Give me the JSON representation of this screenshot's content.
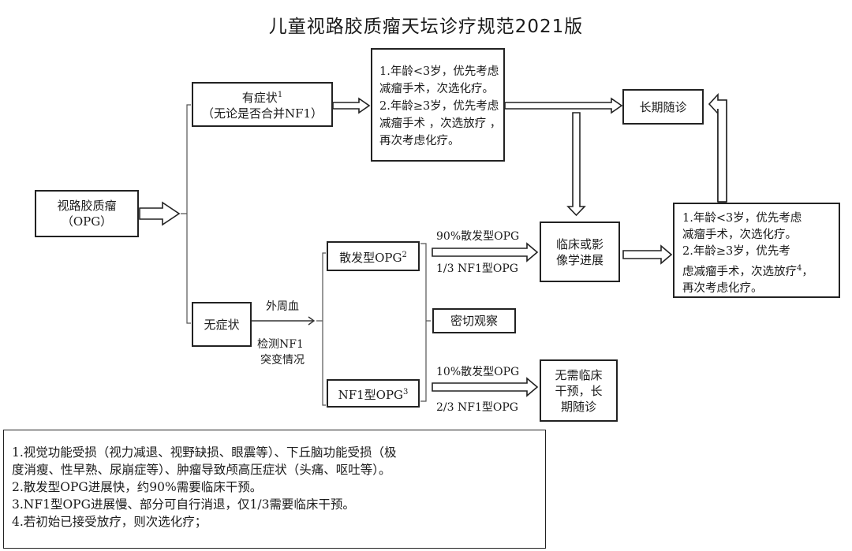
{
  "title": "儿童视路胶质瘤天坛诊疗规范2021版",
  "nodes": {
    "opg": {
      "line1": "视路胶质瘤",
      "line2": "（OPG）"
    },
    "symptomatic": {
      "line1": "有症状",
      "sup": "1",
      "line2": "（无论是否合并NF1）"
    },
    "treatment_top": [
      "1.年龄<3岁，优先考虑",
      "减瘤手术，次选化疗。",
      "2.年龄≥3岁，优先考虑",
      "减瘤手术 ，次选放疗 ，",
      "再次考虑化疗。"
    ],
    "long_followup": "长期随诊",
    "treatment_right": {
      "lines": [
        "1.年龄<3岁，优先考虑",
        "减瘤手术，次选化疗。",
        "2.年龄≥3岁，优先考",
        "虑减瘤手术，次选放疗"
      ],
      "sup": "4",
      "tail": "，",
      "last": "再次考虑化疗。"
    },
    "asymptomatic": "无症状",
    "sporadic": {
      "label": "散发型OPG",
      "sup": "2"
    },
    "nf1": {
      "label": "NF1型OPG",
      "sup": "3"
    },
    "progression": {
      "line1": "临床或影",
      "line2": "像学进展"
    },
    "observe": "密切观察",
    "no_intervention": {
      "line1": "无需临床",
      "line2": "干预，长",
      "line3": "期随诊"
    }
  },
  "edge_labels": {
    "peripheral_blood": "外周血",
    "detect_nf1": "检测NF1",
    "mutation": "突变情况",
    "pct90_sporadic": "90%散发型OPG",
    "third_nf1": "1/3 NF1型OPG",
    "pct10_sporadic": "10%散发型OPG",
    "two_thirds_nf1": "2/3 NF1型OPG"
  },
  "notes": [
    "1.视觉功能受损（视力减退、视野缺损、眼震等）、下丘脑功能受损（极",
    "度消瘦、性早熟、尿崩症等）、肿瘤导致颅高压症状（头痛、呕吐等）。",
    "2.散发型OPG进展快，约90%需要临床干预。",
    "3.NF1型OPG进展慢、部分可自行消退，仅1/3需要临床干预。",
    "4.若初始已接受放疗，则次选化疗；"
  ]
}
